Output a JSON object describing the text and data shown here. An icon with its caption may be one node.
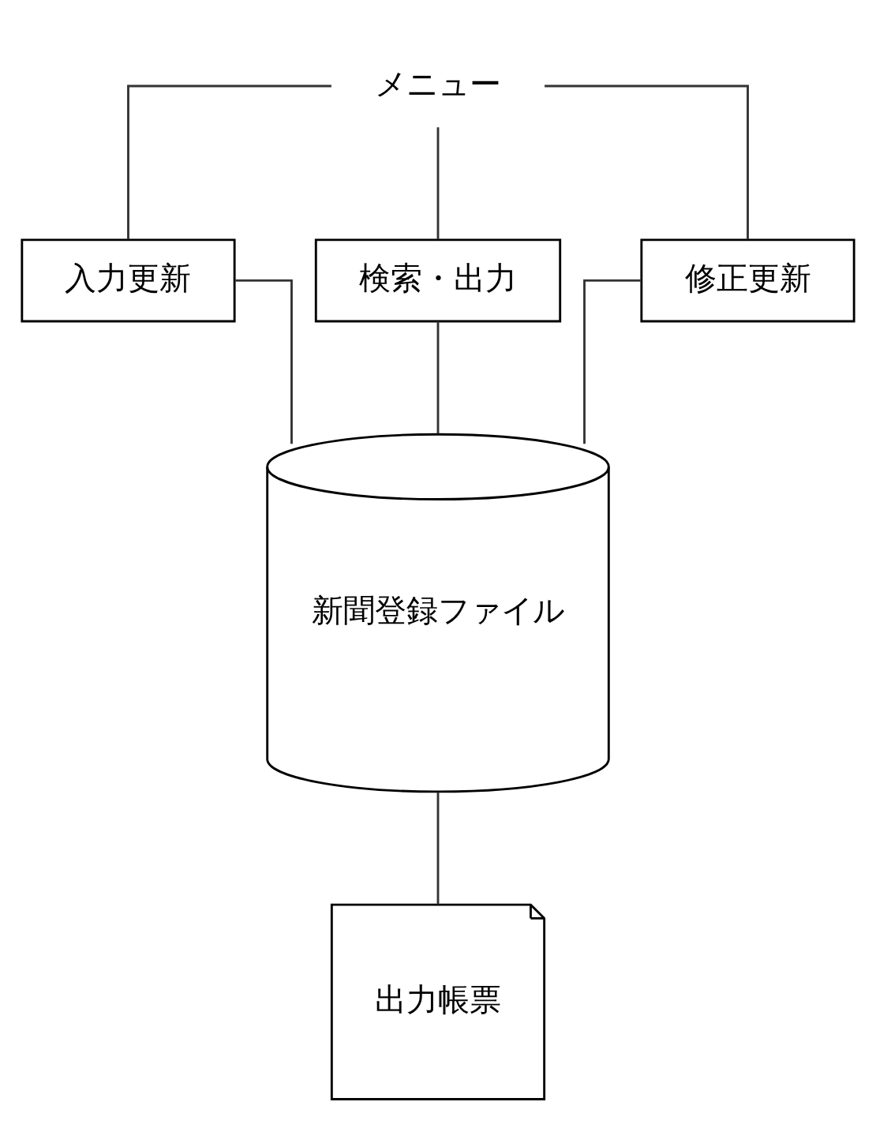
{
  "diagram": {
    "nodes": [
      {
        "text": [
          "メニュー"
        ]
      },
      {
        "text": [
          "入力更新"
        ]
      },
      {
        "text": [
          "検索・出力"
        ]
      },
      {
        "text": [
          "修正更新"
        ]
      },
      {
        "text": [
          "新聞登録ファイル"
        ]
      },
      {
        "text": [
          "出力帳票"
        ]
      }
    ],
    "edges": [
      {
        "from": 0,
        "to": 1,
        "arrow": "none"
      },
      {
        "from": 0,
        "to": 2,
        "arrow": "none"
      },
      {
        "from": 0,
        "to": 3,
        "arrow": "none"
      },
      {
        "from": 1,
        "to": 4,
        "arrow": "none"
      },
      {
        "from": 2,
        "to": 4,
        "arrow": "none"
      },
      {
        "from": 3,
        "to": 4,
        "arrow": "none"
      },
      {
        "from": 4,
        "to": 5,
        "arrow": "none"
      }
    ]
  }
}
